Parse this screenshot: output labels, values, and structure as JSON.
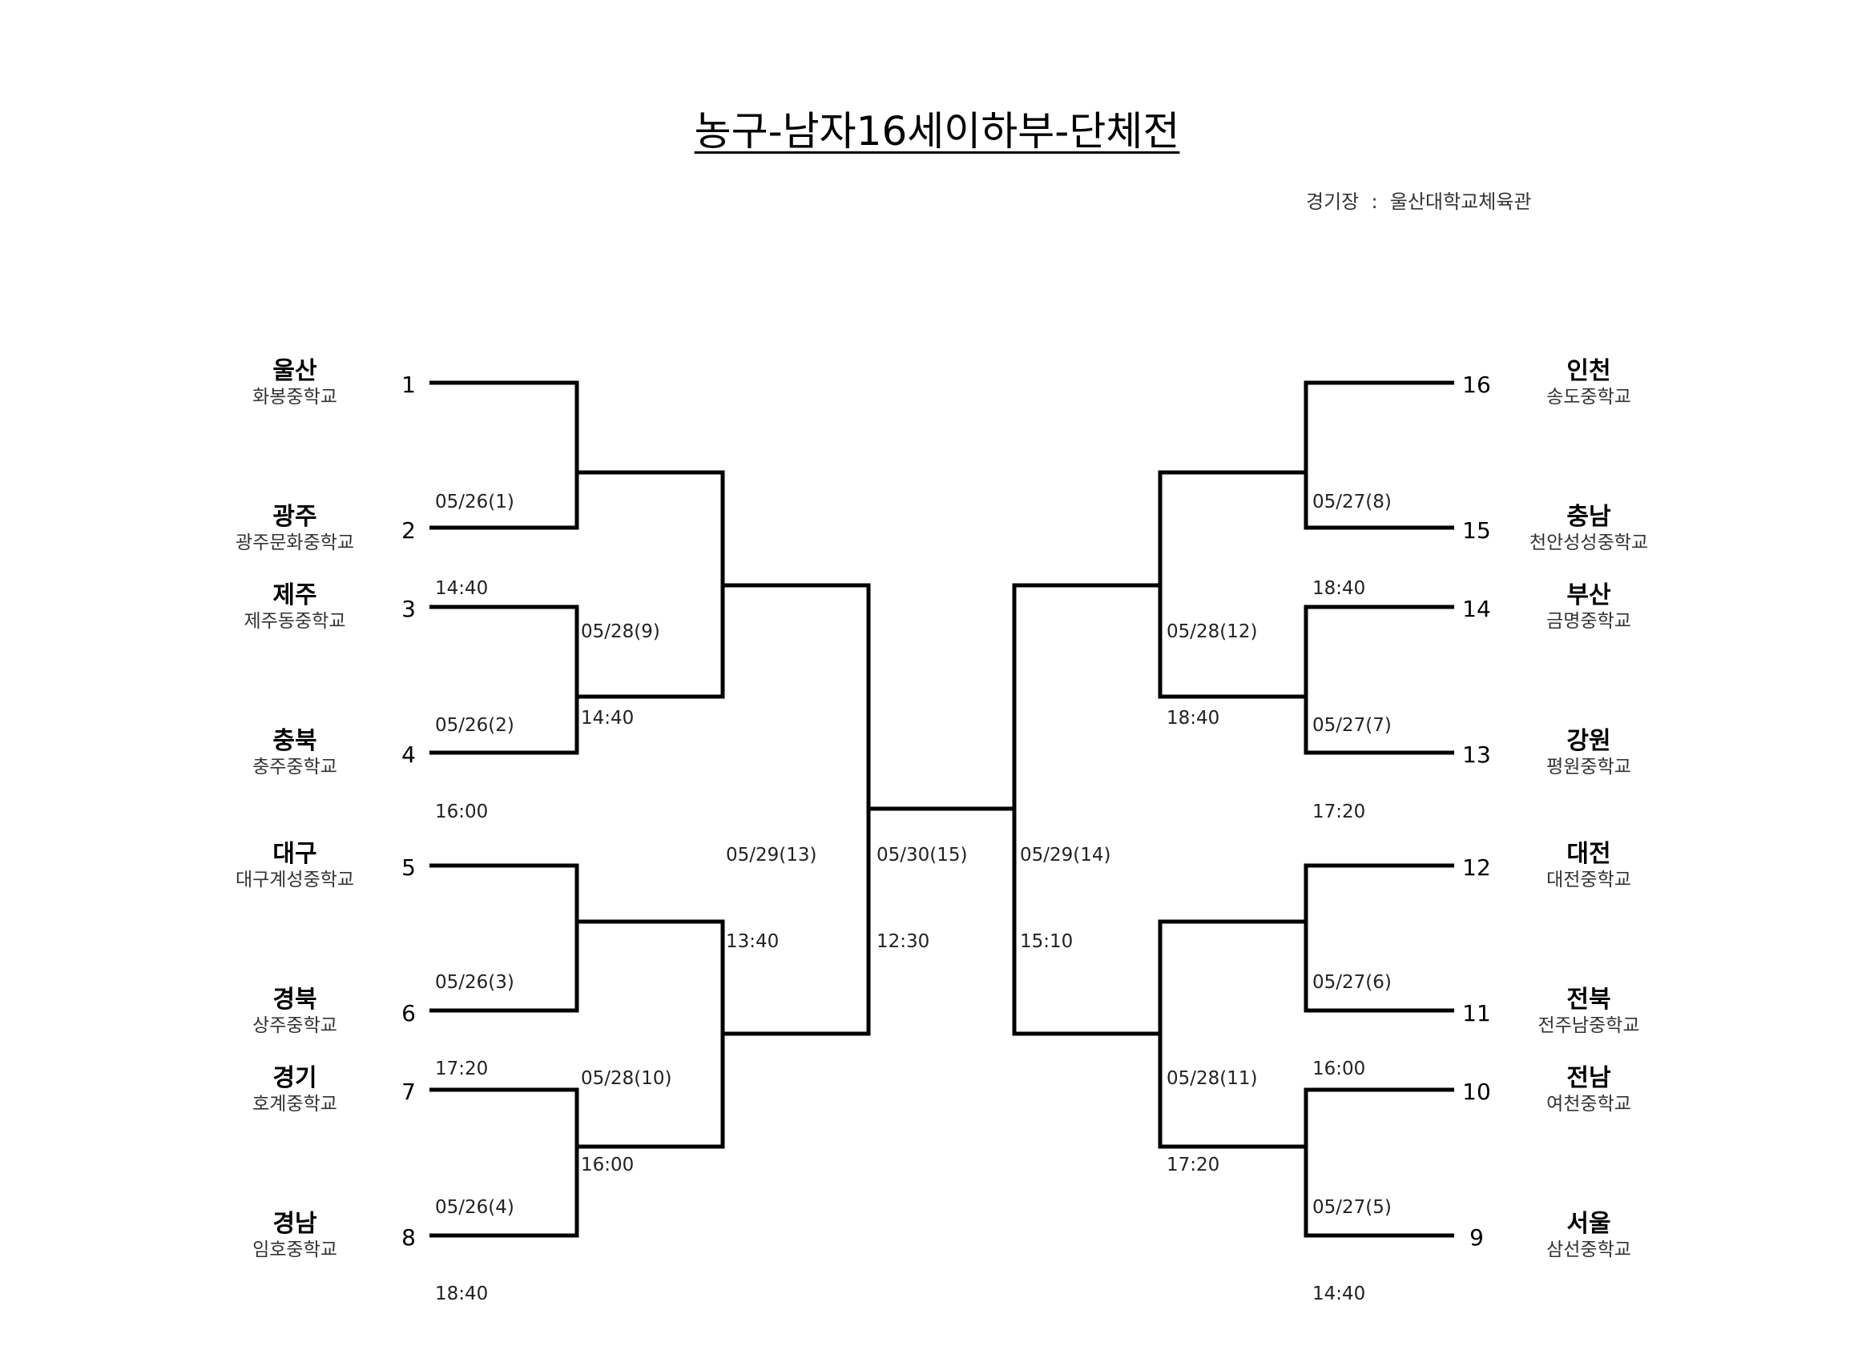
{
  "title": "농구-남자16세이하부-단체전",
  "venue": "경기장  :  울산대학교체육관",
  "teams": [
    {
      "seed": "1",
      "region": "울산",
      "school": "화봉중학교"
    },
    {
      "seed": "2",
      "region": "광주",
      "school": "광주문화중학교"
    },
    {
      "seed": "3",
      "region": "제주",
      "school": "제주동중학교"
    },
    {
      "seed": "4",
      "region": "충북",
      "school": "충주중학교"
    },
    {
      "seed": "5",
      "region": "대구",
      "school": "대구계성중학교"
    },
    {
      "seed": "6",
      "region": "경북",
      "school": "상주중학교"
    },
    {
      "seed": "7",
      "region": "경기",
      "school": "호계중학교"
    },
    {
      "seed": "8",
      "region": "경남",
      "school": "임호중학교"
    },
    {
      "seed": "16",
      "region": "인천",
      "school": "송도중학교"
    },
    {
      "seed": "15",
      "region": "충남",
      "school": "천안성성중학교"
    },
    {
      "seed": "14",
      "region": "부산",
      "school": "금명중학교"
    },
    {
      "seed": "13",
      "region": "강원",
      "school": "평원중학교"
    },
    {
      "seed": "12",
      "region": "대전",
      "school": "대전중학교"
    },
    {
      "seed": "11",
      "region": "전북",
      "school": "전주남중학교"
    },
    {
      "seed": "10",
      "region": "전남",
      "school": "여천중학교"
    },
    {
      "seed": "9",
      "region": "서울",
      "school": "삼선중학교"
    }
  ],
  "matches": [
    {
      "date": "05/26(1)",
      "time": "14:40"
    },
    {
      "date": "05/26(2)",
      "time": "16:00"
    },
    {
      "date": "05/26(3)",
      "time": "17:20"
    },
    {
      "date": "05/26(4)",
      "time": "18:40"
    },
    {
      "date": "05/28(9)",
      "time": "14:40"
    },
    {
      "date": "05/28(10)",
      "time": "16:00"
    },
    {
      "date": "05/29(13)",
      "time": "13:40"
    },
    {
      "date": "05/30(15)",
      "time": "12:30"
    },
    {
      "date": "05/29(14)",
      "time": "15:10"
    },
    {
      "date": "05/27(8)",
      "time": "18:40"
    },
    {
      "date": "05/27(7)",
      "time": "17:20"
    },
    {
      "date": "05/27(6)",
      "time": "16:00"
    },
    {
      "date": "05/27(5)",
      "time": "14:40"
    },
    {
      "date": "05/28(12)",
      "time": "18:40"
    },
    {
      "date": "05/28(11)",
      "time": "17:20"
    }
  ]
}
